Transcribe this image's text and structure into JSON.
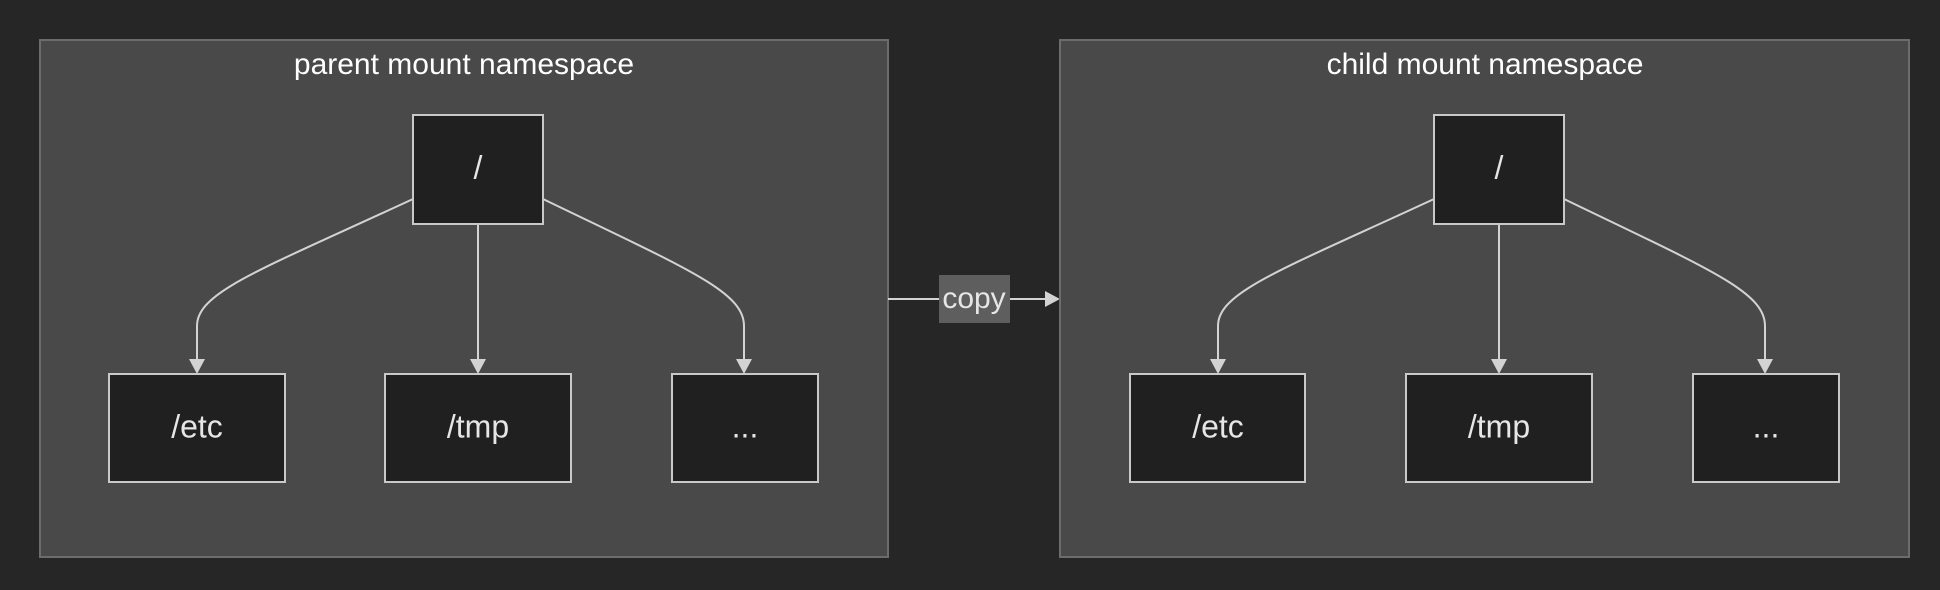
{
  "clusters": {
    "parent": {
      "title": "parent mount namespace",
      "root": "/",
      "children": [
        "/etc",
        "/tmp",
        "..."
      ]
    },
    "child": {
      "title": "child mount namespace",
      "root": "/",
      "children": [
        "/etc",
        "/tmp",
        "..."
      ]
    }
  },
  "edge_label": "copy",
  "colors": {
    "background": "#262626",
    "cluster_fill": "#484948",
    "cluster_border": "#6b6d6b",
    "node_fill": "#1f201f",
    "node_border": "#c9c9c9",
    "edge": "#d3d3d3",
    "edge_label_bg": "#5e5e5e",
    "text": "#e6e6e6"
  }
}
